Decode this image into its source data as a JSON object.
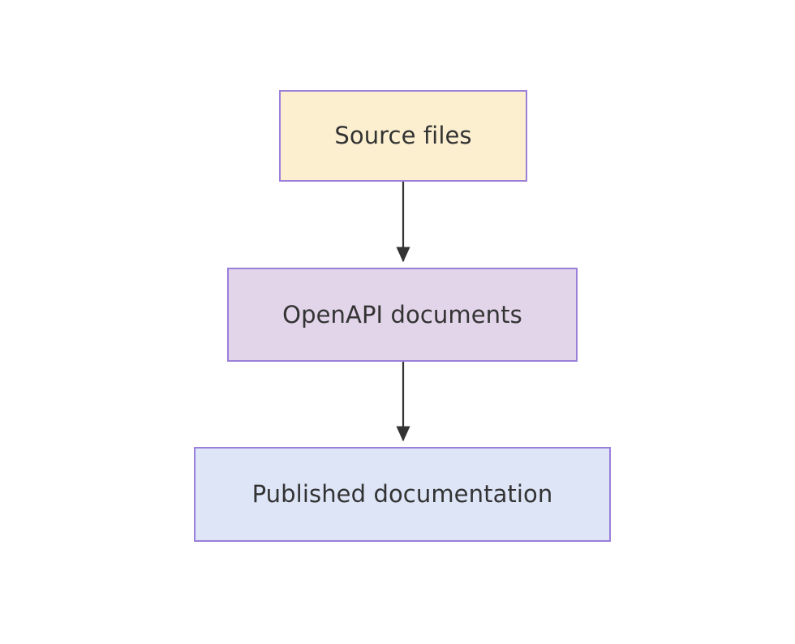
{
  "diagram": {
    "type": "flowchart",
    "direction": "top-to-bottom",
    "background_color": "#ffffff",
    "nodes": [
      {
        "id": "source-files",
        "label": "Source files",
        "fill_color": "#fbefd0",
        "border_color": "#9a7fdb",
        "text_color": "#333333"
      },
      {
        "id": "openapi-documents",
        "label": "OpenAPI documents",
        "fill_color": "#e2d5ea",
        "border_color": "#9a7fdb",
        "text_color": "#333333"
      },
      {
        "id": "published-documentation",
        "label": "Published documentation",
        "fill_color": "#dde5f7",
        "border_color": "#9a7fdb",
        "text_color": "#333333"
      }
    ],
    "edges": [
      {
        "id": "edge-source-to-openapi",
        "from": "source-files",
        "to": "openapi-documents",
        "label": "",
        "arrow": "filled-triangle",
        "color": "#333333"
      },
      {
        "id": "edge-openapi-to-published",
        "from": "openapi-documents",
        "to": "published-documentation",
        "label": "",
        "arrow": "filled-triangle",
        "color": "#333333"
      }
    ]
  }
}
